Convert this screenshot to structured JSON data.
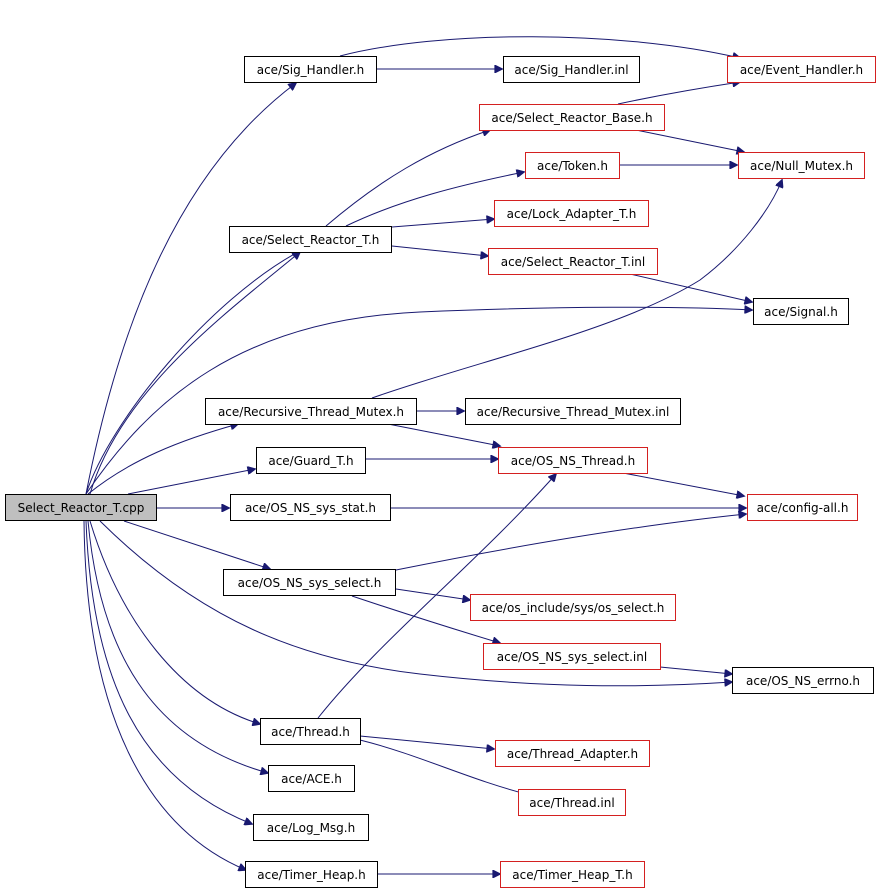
{
  "colors": {
    "edge": "#191970",
    "node_border": "#000000",
    "truncated_node_border": "#d42020",
    "root_fill": "#bfbfbf"
  },
  "nodes": {
    "select_reactor_t_cpp": "Select_Reactor_T.cpp",
    "sig_handler_h": "ace/Sig_Handler.h",
    "sig_handler_inl": "ace/Sig_Handler.inl",
    "event_handler_h": "ace/Event_Handler.h",
    "select_reactor_base_h": "ace/Select_Reactor_Base.h",
    "token_h": "ace/Token.h",
    "null_mutex_h": "ace/Null_Mutex.h",
    "lock_adapter_t_h": "ace/Lock_Adapter_T.h",
    "select_reactor_t_h": "ace/Select_Reactor_T.h",
    "select_reactor_t_inl": "ace/Select_Reactor_T.inl",
    "signal_h": "ace/Signal.h",
    "recursive_thread_mutex_h": "ace/Recursive_Thread_Mutex.h",
    "recursive_thread_mutex_inl": "ace/Recursive_Thread_Mutex.inl",
    "guard_t_h": "ace/Guard_T.h",
    "os_ns_thread_h": "ace/OS_NS_Thread.h",
    "os_ns_sys_stat_h": "ace/OS_NS_sys_stat.h",
    "config_all_h": "ace/config-all.h",
    "os_ns_sys_select_h": "ace/OS_NS_sys_select.h",
    "os_select_h": "ace/os_include/sys/os_select.h",
    "os_ns_sys_select_inl": "ace/OS_NS_sys_select.inl",
    "os_ns_errno_h": "ace/OS_NS_errno.h",
    "thread_h": "ace/Thread.h",
    "thread_adapter_h": "ace/Thread_Adapter.h",
    "thread_inl": "ace/Thread.inl",
    "ace_h": "ace/ACE.h",
    "log_msg_h": "ace/Log_Msg.h",
    "timer_heap_h": "ace/Timer_Heap.h",
    "timer_heap_t_h": "ace/Timer_Heap_T.h"
  }
}
